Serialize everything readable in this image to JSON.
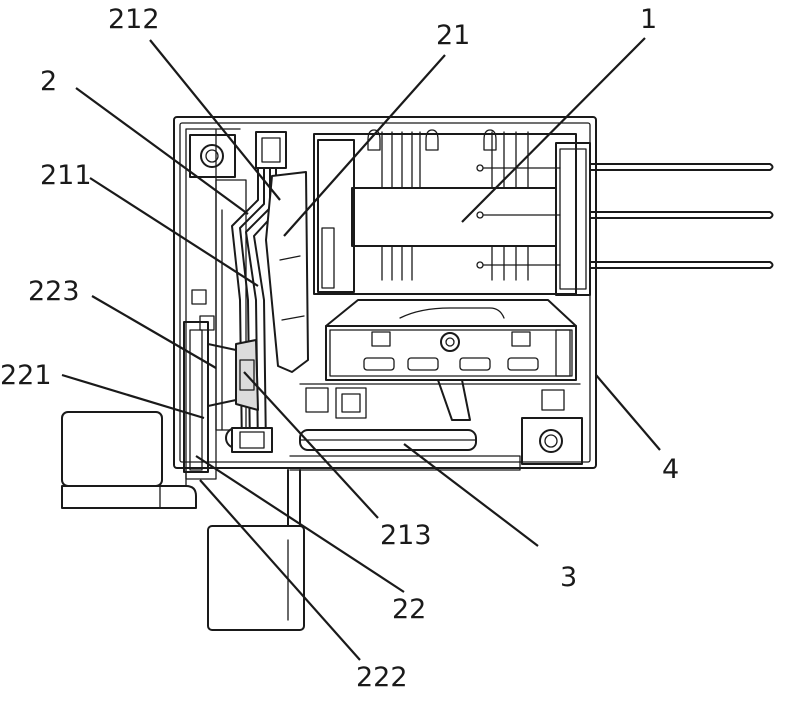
{
  "labels": {
    "l212": "212",
    "l21": "21",
    "l1": "1",
    "l2": "2",
    "l211": "211",
    "l223": "223",
    "l221": "221",
    "l4": "4",
    "l213": "213",
    "l3": "3",
    "l22": "22",
    "l222": "222"
  }
}
